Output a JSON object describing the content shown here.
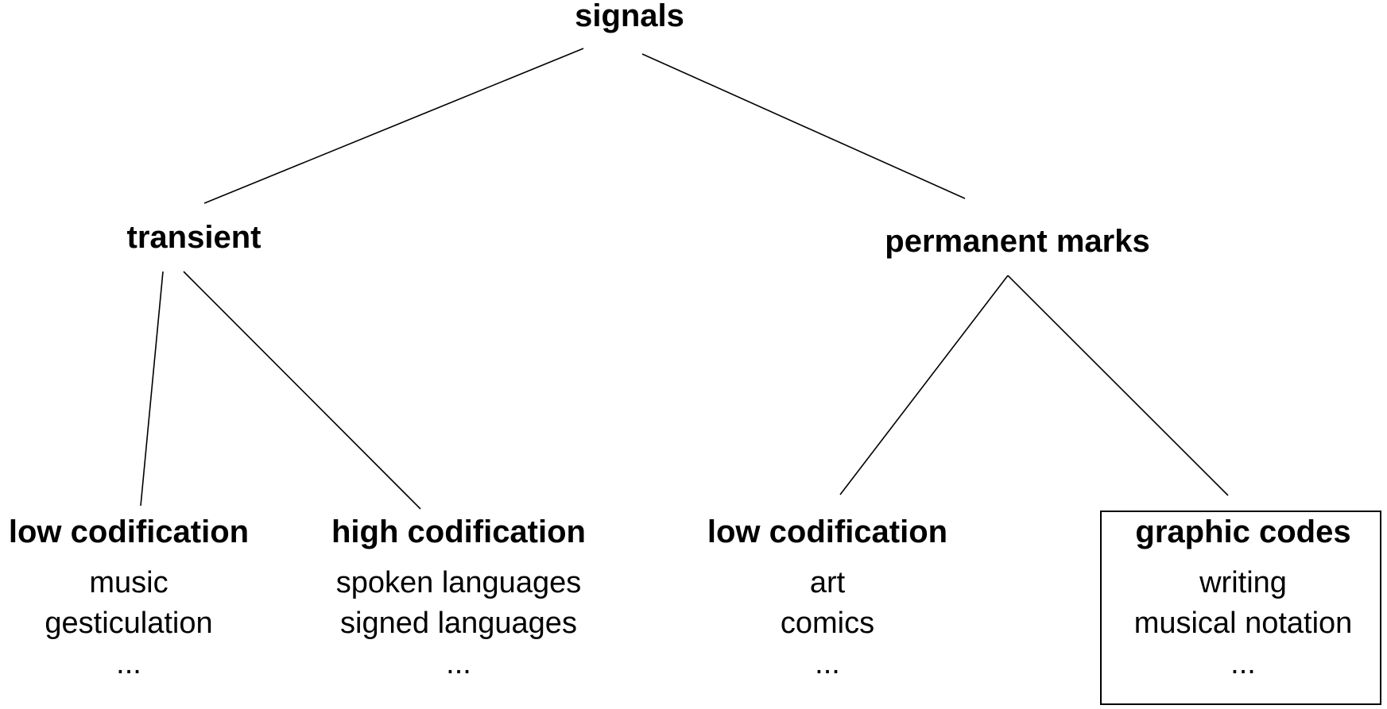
{
  "diagram": {
    "root": {
      "label": "signals"
    },
    "branches": [
      {
        "label": "transient",
        "children": [
          {
            "label": "low codification",
            "items": [
              "music",
              "gesticulation",
              "..."
            ],
            "boxed": false
          },
          {
            "label": "high codification",
            "items": [
              "spoken languages",
              "signed languages",
              "..."
            ],
            "boxed": false
          }
        ]
      },
      {
        "label": "permanent marks",
        "children": [
          {
            "label": "low codification",
            "items": [
              "art",
              "comics",
              "..."
            ],
            "boxed": false
          },
          {
            "label": "graphic codes",
            "items": [
              "writing",
              "musical notation",
              "..."
            ],
            "boxed": true
          }
        ]
      }
    ]
  }
}
